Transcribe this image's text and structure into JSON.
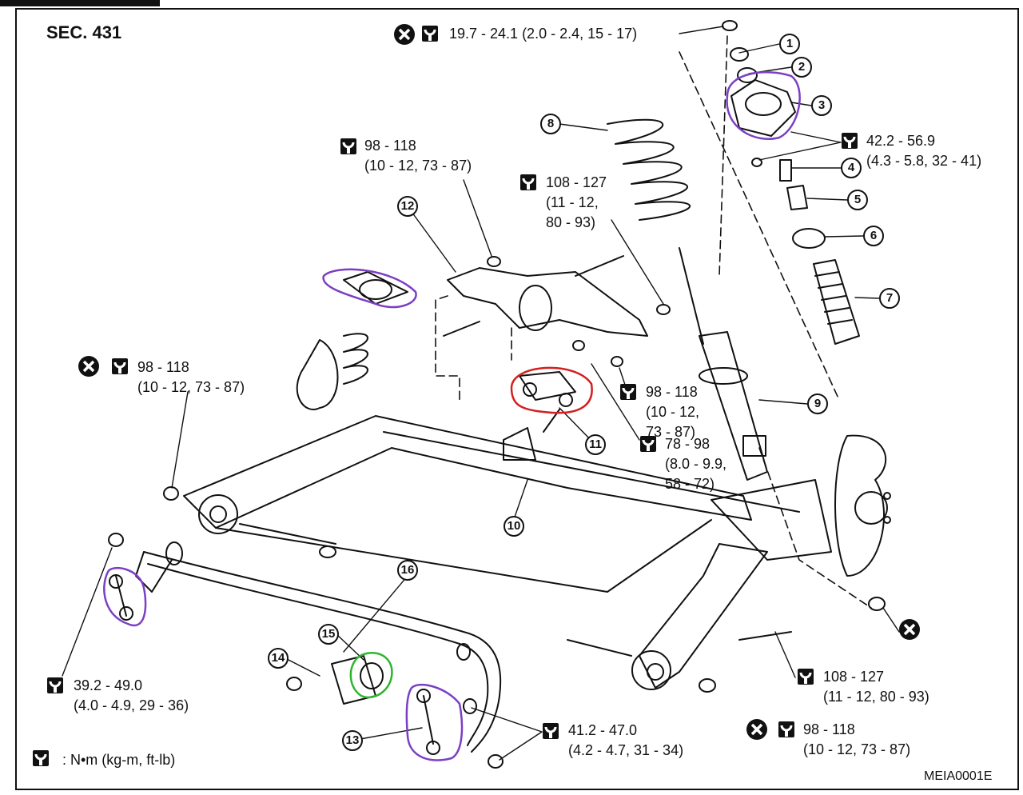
{
  "header": {
    "section": "SEC. 431"
  },
  "footer": {
    "code": "MEIA0001E",
    "legend_text": ": N•m (kg-m, ft-lb)"
  },
  "callouts": [
    "1",
    "2",
    "3",
    "4",
    "5",
    "6",
    "7",
    "8",
    "9",
    "10",
    "11",
    "12",
    "13",
    "14",
    "15",
    "16"
  ],
  "torques": {
    "top_nut": "19.7 - 24.1 (2.0 - 2.4, 15 - 17)",
    "upper_mount": {
      "line1": "42.2 - 56.9",
      "line2": "(4.3 - 5.8, 32 - 41)"
    },
    "arm12_front": {
      "line1": "98 - 118",
      "line2": "(10 - 12, 73 - 87)"
    },
    "arm12_rear": {
      "line1": "108 - 127",
      "line2": "(11 - 12,",
      "line3": "80 - 93)"
    },
    "left_knuckle": {
      "line1": "98 - 118",
      "line2": "(10 - 12, 73 - 87)"
    },
    "link11_upper": {
      "line1": "98 - 118",
      "line2": "(10 - 12,",
      "line3": "73 - 87)"
    },
    "link11_lower": {
      "line1": "78 - 98",
      "line2": "(8.0 - 9.9,",
      "line3": "58 - 72)"
    },
    "stab_link_left": {
      "line1": "39.2 - 49.0",
      "line2": "(4.0 - 4.9, 29 - 36)"
    },
    "stab_link_right": {
      "line1": "41.2 - 47.0",
      "line2": "(4.2 - 4.7, 31 - 34)"
    },
    "lower_arm_inner": {
      "line1": "108 - 127",
      "line2": "(11 - 12, 80 - 93)"
    },
    "lower_arm_outer": {
      "line1": "98 - 118",
      "line2": "(10 - 12, 73 - 87)"
    }
  },
  "icons": [
    "wrench-torque-icon",
    "do-not-reuse-icon"
  ],
  "highlight_colors": {
    "purple": "#7b3fc4",
    "red": "#d42020",
    "green": "#2db52d"
  }
}
